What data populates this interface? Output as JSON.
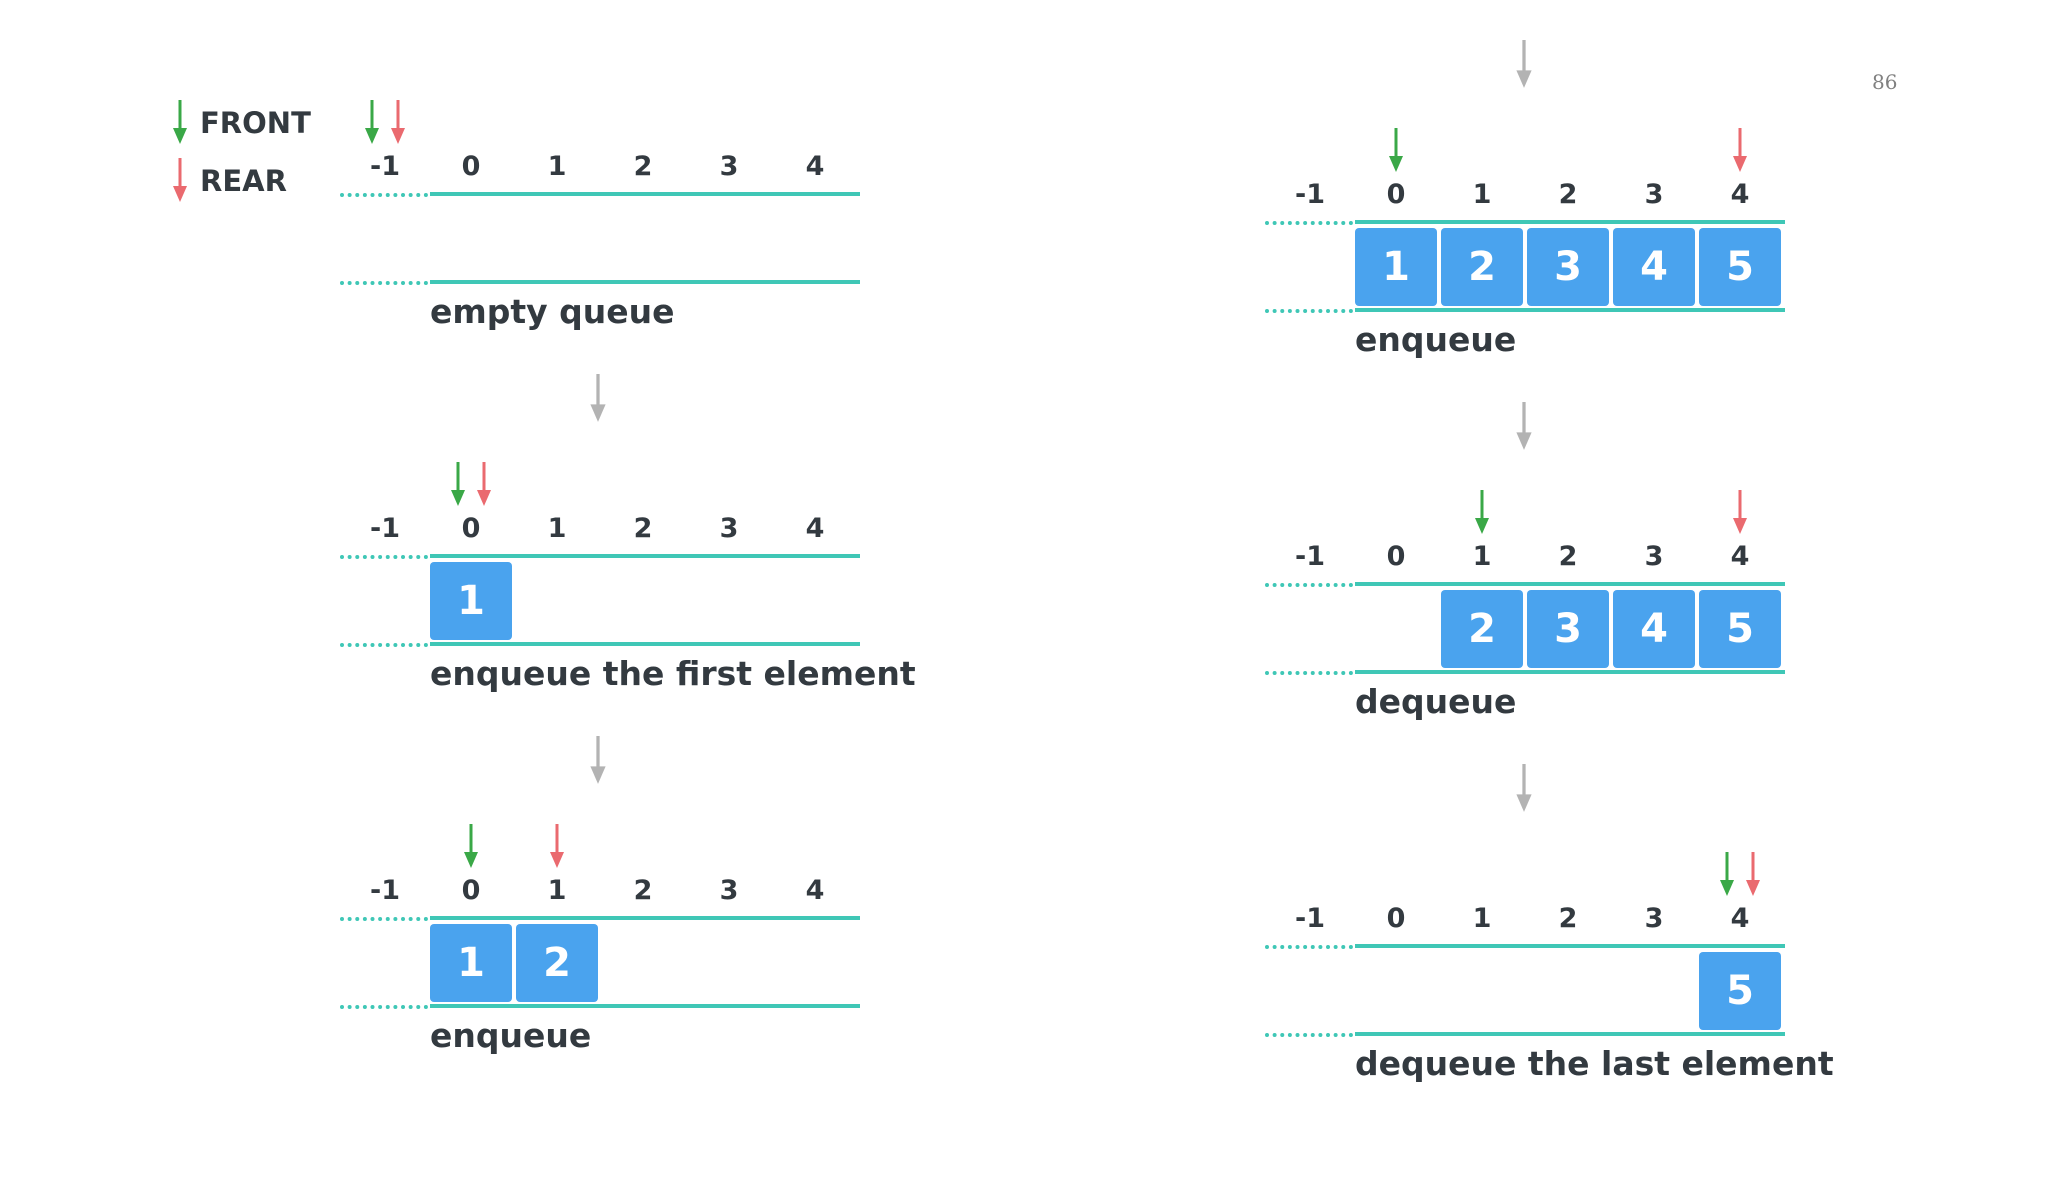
{
  "page_number": "86",
  "colors": {
    "front": "#3aa847",
    "rear": "#ea6a6f",
    "cell": "#4aa3ee",
    "cell_text": "#ffffff",
    "line": "#3fc7b6",
    "flow_arrow": "#b3b3b3",
    "text": "#333a40"
  },
  "legend": [
    {
      "label": "FRONT",
      "role": "front",
      "icon": "arrow-down-icon"
    },
    {
      "label": "REAR",
      "role": "rear",
      "icon": "arrow-down-icon"
    }
  ],
  "indices": [
    "-1",
    "0",
    "1",
    "2",
    "3",
    "4"
  ],
  "steps": [
    {
      "caption": "empty queue",
      "front": -1,
      "rear": -1,
      "cells": [
        "",
        "",
        "",
        "",
        ""
      ]
    },
    {
      "caption": "enqueue the first element",
      "front": 0,
      "rear": 0,
      "cells": [
        "1",
        "",
        "",
        "",
        ""
      ]
    },
    {
      "caption": "enqueue",
      "front": 0,
      "rear": 1,
      "cells": [
        "1",
        "2",
        "",
        "",
        ""
      ]
    },
    {
      "caption": "enqueue",
      "front": 0,
      "rear": 4,
      "cells": [
        "1",
        "2",
        "3",
        "4",
        "5"
      ]
    },
    {
      "caption": "dequeue",
      "front": 1,
      "rear": 4,
      "cells": [
        "",
        "2",
        "3",
        "4",
        "5"
      ]
    },
    {
      "caption": "dequeue the last element",
      "front": 4,
      "rear": 4,
      "cells": [
        "",
        "",
        "",
        "",
        "5"
      ]
    }
  ]
}
